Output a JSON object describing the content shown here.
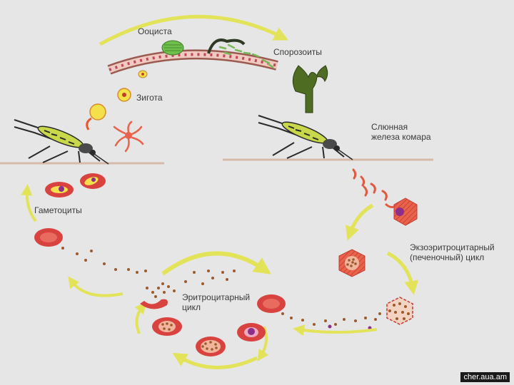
{
  "labels": {
    "oocyst": "Ооциста",
    "sporozoites": "Спорозоиты",
    "zygote": "Зигота",
    "salivary_gland_line1": "Слюнная",
    "salivary_gland_line2": "железа комара",
    "gametocytes": "Гаметоциты",
    "exo_cycle_line1": "Экзоэритроцитарный",
    "exo_cycle_line2": "(печеночный) цикл",
    "erythro_cycle_line1": "Эритроцитарный",
    "erythro_cycle_line2": "цикл"
  },
  "credit": "cher.aua.am",
  "colors": {
    "background": "#e6e6e6",
    "arrow": "#e3e35a",
    "blood_cell": "#d9433f",
    "blood_cell_light": "#e96a5e",
    "nucleus": "#8b2f8b",
    "parasite_yellow": "#f4e04a",
    "oocyst_green": "#6fbf4b",
    "gland_green": "#4f6d22",
    "ground_line": "#d8b9a9",
    "dot_brown": "#9c5a2c"
  }
}
